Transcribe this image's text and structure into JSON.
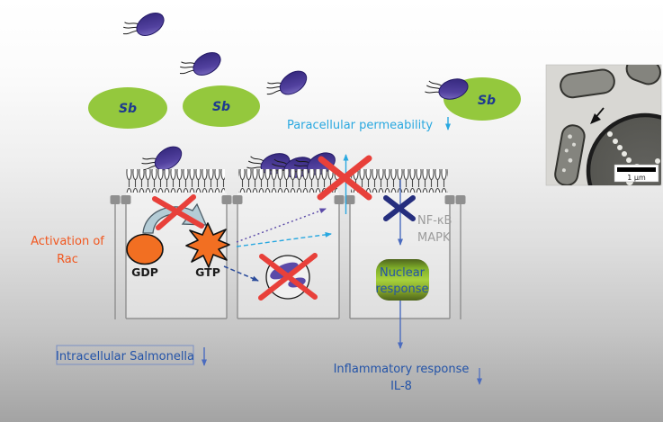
{
  "diagram": {
    "sb_label": "Sb",
    "paracellular_label": "Paracellular permeability",
    "activation_line1": "Activation of",
    "activation_line2": "Rac",
    "gdp_label": "GDP",
    "gtp_label": "GTP",
    "nfkb_label": "NF-κB",
    "mapk_label": "MAPK",
    "nuclear_line1": "Nuclear",
    "nuclear_line2": "response",
    "intracellular_label": "Intracellular Salmonella",
    "inflammatory_line1": "Inflammatory response",
    "inflammatory_line2": "IL-8"
  },
  "micrograph": {
    "scale_label": "1 µm"
  },
  "colors": {
    "cyan_accent": "#29a8e0",
    "orange_accent": "#f1571f",
    "red_cross": "#e8403a",
    "bacterium_purple": "#4b3b9e",
    "sb_green": "#94c83d",
    "blue_text": "#2353a8",
    "navy_cross": "#252e7e",
    "gray_membrane": "#8f8f8f"
  }
}
